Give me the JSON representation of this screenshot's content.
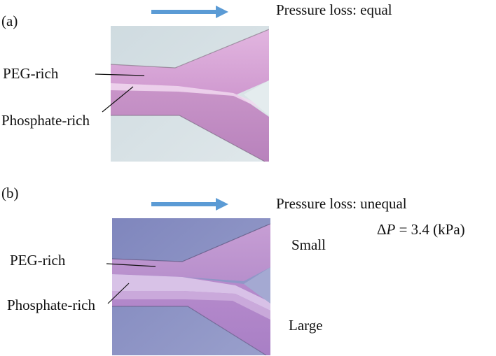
{
  "panel_a": {
    "tag": "(a)",
    "title": "Pressure loss: equal",
    "label_top": "PEG-rich",
    "label_bottom": "Phosphate-rich"
  },
  "panel_b": {
    "tag": "(b)",
    "title": "Pressure loss: unequal",
    "delta_symbol": "Δ",
    "delta_var": "P",
    "delta_value": " = 3.4 (kPa)",
    "label_top": "PEG-rich",
    "label_bottom": "Phosphate-rich",
    "outlet_top": "Small",
    "outlet_bottom": "Large"
  },
  "colors": {
    "flow_arrow": "#5b9bd5",
    "peg_phase": "#d8a0d8",
    "phosphate_phase": "#b77fbd",
    "background_a": "#dfe6ea",
    "background_b": "#8f94c4"
  }
}
